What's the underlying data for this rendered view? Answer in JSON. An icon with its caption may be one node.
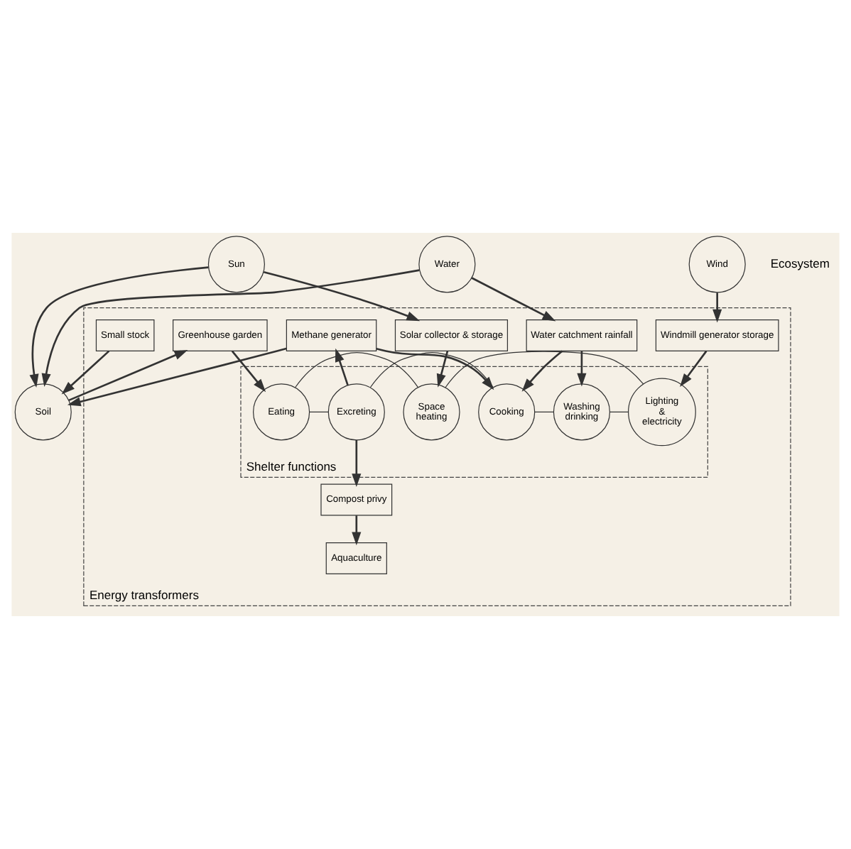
{
  "diagram": {
    "nodes": [
      {
        "text": [
          "Water"
        ]
      },
      {
        "text": [
          "Wind"
        ]
      },
      {
        "text": [
          "Sun"
        ]
      },
      {
        "text": [
          "Soil"
        ]
      },
      {
        "text": [
          "Energy transformers"
        ]
      },
      {
        "text": [
          "Water catchment rainfall"
        ],
        "in": 4
      },
      {
        "text": [
          "Methane generator"
        ],
        "in": 4
      },
      {
        "text": [
          "Compost privy"
        ],
        "in": 4
      },
      {
        "text": [
          "Windmill generator storage"
        ],
        "in": 4
      },
      {
        "text": [
          "Solar collector & storage"
        ],
        "in": 4
      },
      {
        "text": [
          "Aquaculture"
        ],
        "in": 4
      },
      {
        "text": [
          "Greenhouse garden"
        ],
        "in": 4
      },
      {
        "text": [
          "Small stock"
        ],
        "in": 4
      },
      {
        "text": [
          "Shelter functions"
        ],
        "in": 4
      },
      {
        "text": [
          "Cooking"
        ],
        "in": 13
      },
      {
        "text": [
          "Washing drinking"
        ],
        "in": 13
      },
      {
        "text": [
          "Excreting"
        ],
        "in": 13
      },
      {
        "text": [
          "Lighting & electricity"
        ],
        "in": 13
      },
      {
        "text": [
          "Eating"
        ],
        "in": 13
      },
      {
        "text": [
          "Space heating"
        ],
        "in": 13
      }
    ],
    "edges": [
      {
        "from": 0,
        "to": 5,
        "arrow": "to"
      },
      {
        "from": 0,
        "to": 3,
        "arrow": "to"
      },
      {
        "from": 1,
        "to": 8,
        "arrow": "to"
      },
      {
        "from": 8,
        "to": 17,
        "arrow": "to"
      },
      {
        "from": 2,
        "to": 9,
        "arrow": "to"
      },
      {
        "from": 9,
        "to": 19,
        "arrow": "to"
      },
      {
        "from": 2,
        "to": 3,
        "arrow": "to"
      },
      {
        "from": 5,
        "to": 15,
        "arrow": "to"
      },
      {
        "from": 5,
        "to": 14,
        "arrow": "to"
      },
      {
        "from": 6,
        "to": 14,
        "arrow": "to"
      },
      {
        "from": 16,
        "to": 6,
        "arrow": "to"
      },
      {
        "from": 16,
        "to": 7,
        "arrow": "to"
      },
      {
        "from": 6,
        "to": 3,
        "arrow": "to"
      },
      {
        "from": 7,
        "to": 10,
        "arrow": "to"
      },
      {
        "from": 3,
        "to": 11,
        "arrow": "to"
      },
      {
        "from": 11,
        "to": 18,
        "arrow": "to"
      },
      {
        "from": 12,
        "to": 3,
        "arrow": "to"
      },
      {
        "from": 15,
        "to": 14,
        "arrow": "none"
      },
      {
        "from": 14,
        "to": 16,
        "arrow": "none"
      },
      {
        "from": 16,
        "to": 18,
        "arrow": "none"
      },
      {
        "from": 18,
        "to": 19,
        "arrow": "none"
      },
      {
        "from": 19,
        "to": 17,
        "arrow": "none"
      },
      {
        "from": 17,
        "to": 15,
        "arrow": "none"
      }
    ],
    "labels": [
      "Ecosystem"
    ]
  }
}
